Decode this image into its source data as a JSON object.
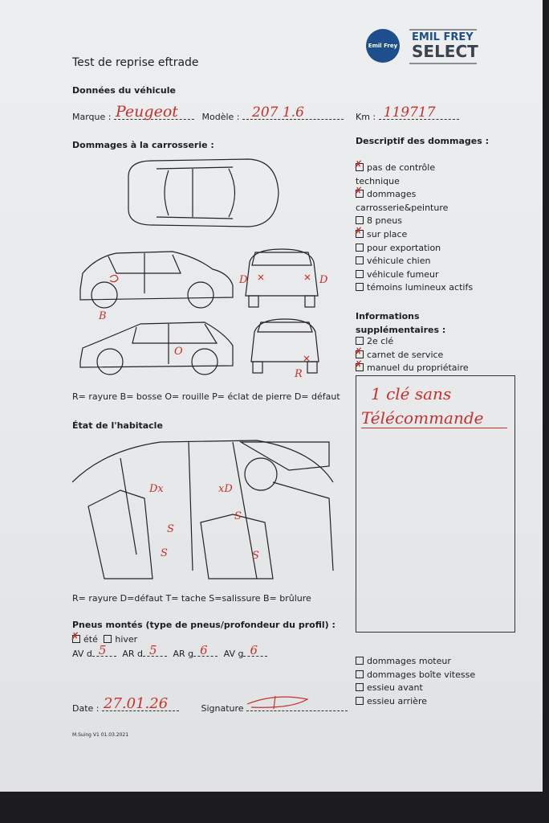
{
  "header": {
    "logo_badge": "Emil Frey",
    "logo_line1": "EMIL FREY",
    "logo_line2": "SELECT",
    "title": "Test de reprise eftrade"
  },
  "vehicle": {
    "section": "Données du véhicule",
    "marque_label": "Marque :",
    "marque": "Peugeot",
    "modele_label": "Modèle :",
    "modele": "207 1.6",
    "km_label": "Km :",
    "km": "119717"
  },
  "body_damage": {
    "title": "Dommages à la carrosserie :",
    "legend": "R= rayure B= bosse O= rouille P= éclat de pierre D= défaut",
    "marks": {
      "left_rear": "B",
      "right_door": "O",
      "front_left": "D",
      "front_right": "D",
      "rear": "R"
    }
  },
  "interior": {
    "title": "État de l'habitacle",
    "legend": "R= rayure D=défaut T= tache S=salissure B= brûlure",
    "marks": {
      "rear_door": "Dx",
      "front_door": "xD",
      "seat1": "S",
      "seat2": "S",
      "seat3": "S",
      "seat4": "S"
    }
  },
  "tires": {
    "title": "Pneus montés (type de pneus/profondeur du profil) :",
    "summer": {
      "label": "été",
      "checked": true
    },
    "winter": {
      "label": "hiver",
      "checked": false
    },
    "depths": [
      {
        "label": "AV d",
        "value": "5"
      },
      {
        "label": "AR d",
        "value": "5"
      },
      {
        "label": "AR g",
        "value": "6"
      },
      {
        "label": "AV g",
        "value": "6"
      }
    ]
  },
  "footer": {
    "date_label": "Date :",
    "date": "27.01.26",
    "signature_label": "Signature",
    "version": "M.Suing V1 01.03.2021"
  },
  "damage_desc": {
    "title": "Descriptif des dommages :",
    "items": [
      {
        "label": "pas de contrôle",
        "label2": "technique",
        "checked": true
      },
      {
        "label": "dommages",
        "label2": "carrosserie&peinture",
        "checked": true
      },
      {
        "label": "8 pneus",
        "checked": false
      },
      {
        "label": "sur place",
        "checked": true
      },
      {
        "label": "pour exportation",
        "checked": false
      },
      {
        "label": "véhicule chien",
        "checked": false
      },
      {
        "label": "véhicule fumeur",
        "checked": false
      },
      {
        "label": "témoins lumineux actifs",
        "checked": false
      }
    ]
  },
  "extra": {
    "title1": "Informations",
    "title2": "supplémentaires :",
    "items": [
      {
        "label": "2e clé",
        "checked": false
      },
      {
        "label": "carnet de service",
        "checked": true
      },
      {
        "label": "manuel du propriétaire",
        "checked": true
      }
    ],
    "notes_line1": "1 clé sans",
    "notes_line2": "Télécommande"
  },
  "other": {
    "items": [
      {
        "label": "dommages moteur",
        "checked": false
      },
      {
        "label": "dommages boîte vitesse",
        "checked": false
      },
      {
        "label": "essieu avant",
        "checked": false
      },
      {
        "label": "essieu arrière",
        "checked": false
      }
    ]
  },
  "colors": {
    "ink": "#c8302d",
    "brand": "#1f4e8c"
  }
}
